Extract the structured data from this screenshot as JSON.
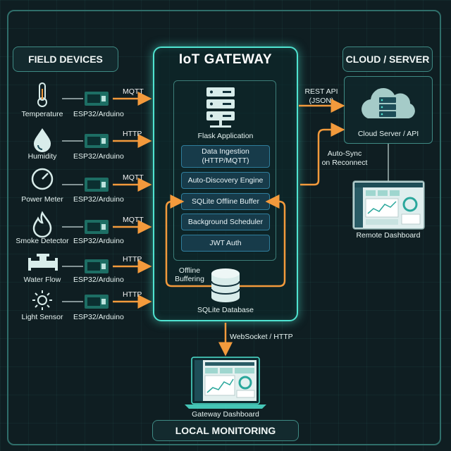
{
  "sections": {
    "field_devices": "FIELD DEVICES",
    "gateway": "IoT GATEWAY",
    "cloud": "CLOUD / SERVER",
    "local": "LOCAL MONITORING"
  },
  "devices": [
    {
      "name": "Temperature",
      "board": "ESP32/Arduino",
      "protocol": "MQTT",
      "icon": "thermometer-icon"
    },
    {
      "name": "Humidity",
      "board": "ESP32/Arduino",
      "protocol": "HTTP",
      "icon": "droplet-icon"
    },
    {
      "name": "Power Meter",
      "board": "ESP32/Arduino",
      "protocol": "MQTT",
      "icon": "gauge-icon"
    },
    {
      "name": "Smoke Detector",
      "board": "ESP32/Arduino",
      "protocol": "MQTT",
      "icon": "flame-icon"
    },
    {
      "name": "Water Flow",
      "board": "ESP32/Arduino",
      "protocol": "HTTP",
      "icon": "pipe-icon"
    },
    {
      "name": "Light Sensor",
      "board": "ESP32/Arduino",
      "protocol": "HTTP",
      "icon": "sun-icon"
    }
  ],
  "gateway": {
    "app_label": "Flask Application",
    "modules": [
      "Data Ingestion\n(HTTP/MQTT)",
      "Auto-Discovery Engine",
      "SQLite Offline Buffer",
      "Background Scheduler",
      "JWT Auth"
    ],
    "offline_label": "Offline\nBuffering",
    "db_label": "SQLite Database"
  },
  "cloud": {
    "rest_label": "REST API\n(JSON)",
    "server_label": "Cloud Server / API",
    "sync_label": "Auto-Sync\non Reconnect",
    "dashboard_label": "Remote Dashboard"
  },
  "local": {
    "link_label": "WebSocket / HTTP",
    "dashboard_label": "Gateway Dashboard"
  },
  "colors": {
    "accent": "#4fe3d0",
    "arrow": "#f39a3c",
    "module_border": "#2f7d9c"
  }
}
